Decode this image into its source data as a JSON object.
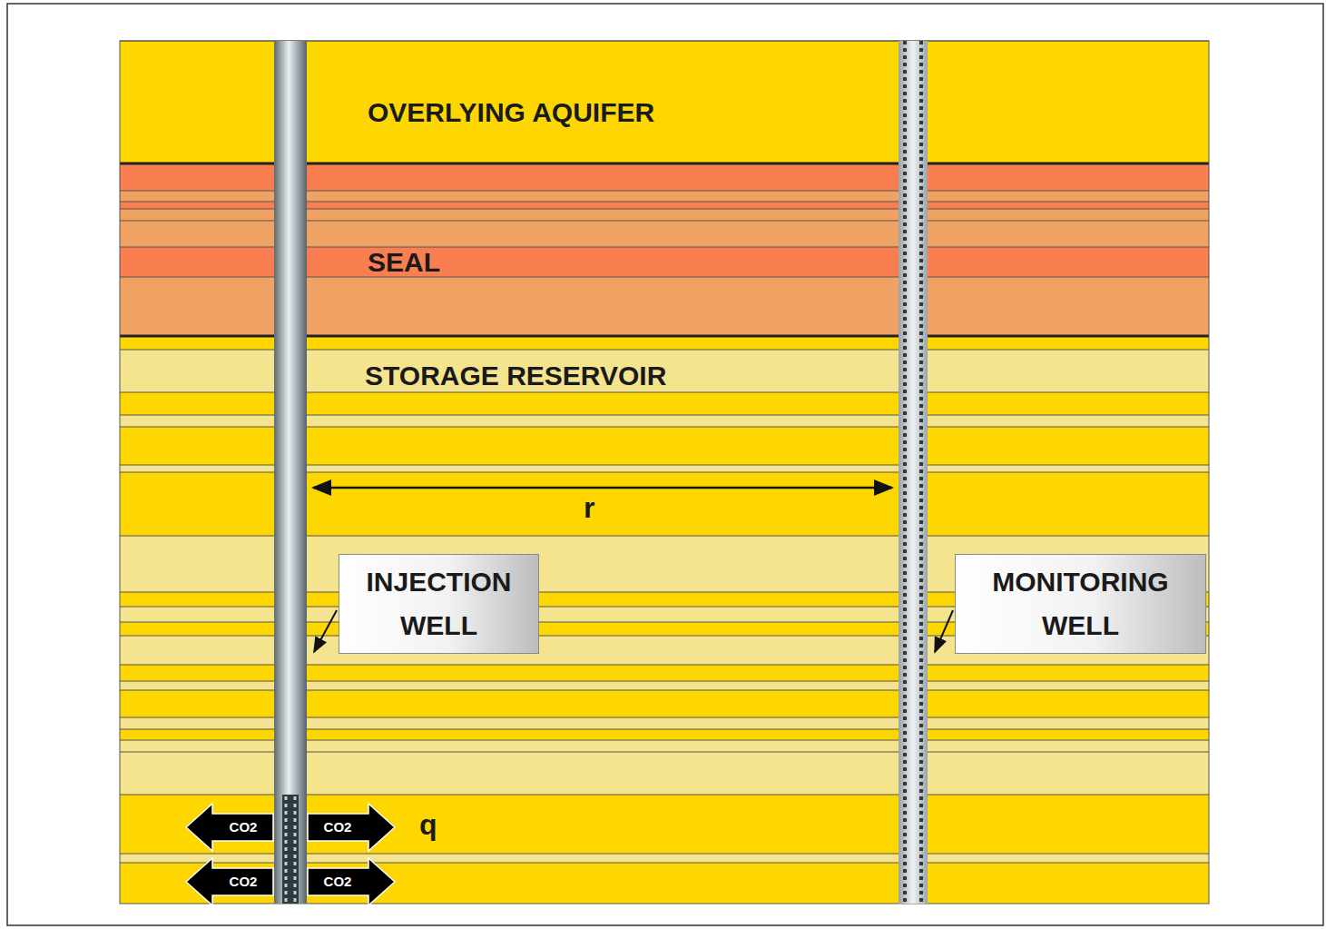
{
  "diagram": {
    "nodes": [
      {
        "text": [
          "OVERLYING AQUIFER"
        ]
      },
      {
        "text": [
          "SEAL"
        ]
      },
      {
        "text": [
          "STORAGE RESERVOIR"
        ]
      },
      {
        "text": [
          "INJECTION WELL"
        ],
        "in": 2
      },
      {
        "text": [
          "MONITORING WELL"
        ],
        "in": 2
      },
      {
        "text": [
          "CO2"
        ],
        "in": 2
      },
      {
        "text": [
          "CO2"
        ],
        "in": 2
      },
      {
        "text": [
          "CO2"
        ],
        "in": 2
      },
      {
        "text": [
          "CO2"
        ],
        "in": 2
      }
    ],
    "labels": [
      "r",
      "q"
    ]
  }
}
